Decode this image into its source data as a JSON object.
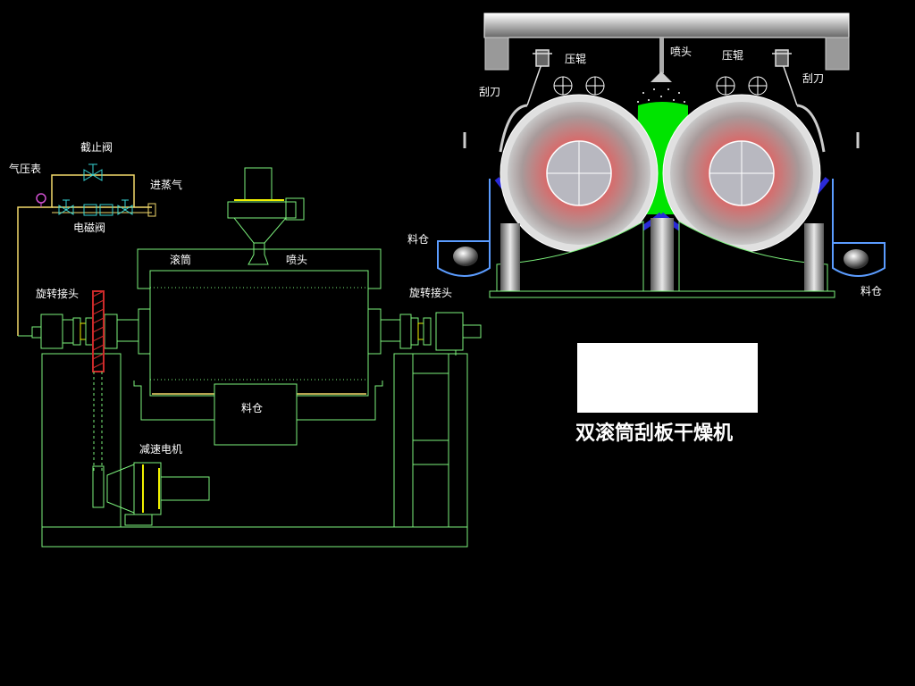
{
  "title": "双滚筒刮板干燥机",
  "side_view": {
    "labels": {
      "pressure_gauge": "气压表",
      "stop_valve": "截止阀",
      "steam_inlet": "进蒸气",
      "solenoid_valve": "电磁阀",
      "drum": "滚筒",
      "nozzle": "喷头",
      "rotary_joint_left": "旋转接头",
      "rotary_joint_right": "旋转接头",
      "hopper": "料仓",
      "gear_motor": "减速电机"
    }
  },
  "front_view": {
    "labels": {
      "nozzle": "喷头",
      "press_roller_left": "压辊",
      "press_roller_right": "压辊",
      "scraper_left": "刮刀",
      "scraper_right": "刮刀",
      "hopper_left": "料仓",
      "hopper_right": "料仓"
    }
  },
  "colors": {
    "line": "#7cf27c",
    "pipe": "#f2d96b",
    "valve": "#36d3d3",
    "slurry": "#00e400",
    "belt": "#2a2ad8",
    "gear_red": "#cc2a2a",
    "highlight_yellow": "#f0f000"
  }
}
